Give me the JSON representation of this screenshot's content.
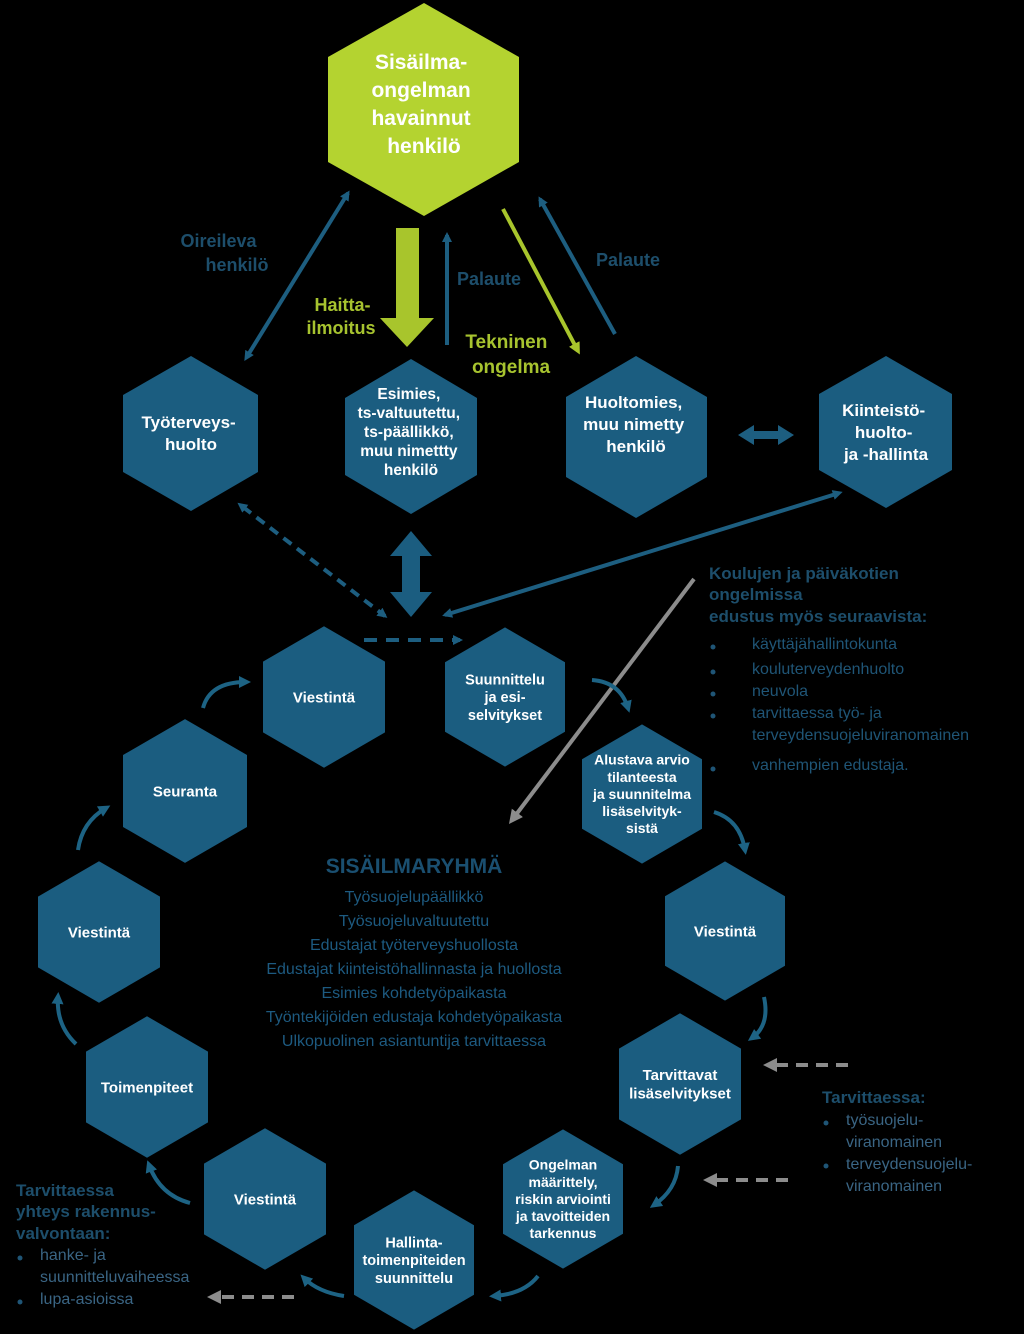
{
  "colors": {
    "hex_blue": "#1b5d80",
    "hex_green": "#b4d330",
    "arrow_blue": "#1d5e80",
    "arrow_green": "#a8c52c",
    "arrow_gray": "#8c8c8c",
    "text_dark_blue": "#1f4f6e"
  },
  "top_node": {
    "lines": [
      "Sisäilma-",
      "ongelman",
      "havainnut",
      "henkilö"
    ]
  },
  "nodes": {
    "tyoterveys": {
      "lines": [
        "Työterveys-",
        "huolto"
      ]
    },
    "esimies": {
      "lines": [
        "Esimies,",
        "ts-valtuutettu,",
        "ts-päällikkö,",
        "muu nimettty",
        "henkilö"
      ]
    },
    "huoltomies": {
      "lines": [
        "Huoltomies,",
        "muu nimetty",
        "henkilö"
      ]
    },
    "kiinteisto": {
      "lines": [
        "Kiinteistö-",
        "huolto-",
        "ja -hallinta"
      ]
    }
  },
  "arrow_labels": {
    "oireileva": [
      "Oireileva",
      "henkilö"
    ],
    "haitta": [
      "Haitta-",
      "ilmoitus"
    ],
    "palaute_left": "Palaute",
    "tekninen": [
      "Tekninen",
      "ongelma"
    ],
    "palaute_right": "Palaute"
  },
  "cycle": [
    {
      "key": "suunnittelu",
      "lines": [
        "Suunnittelu",
        "ja esi-",
        "selvitykset"
      ]
    },
    {
      "key": "alustava",
      "lines": [
        "Alustava arvio",
        "tilanteesta",
        "ja suunnitelma",
        "lisäselvityk-",
        "sistä"
      ]
    },
    {
      "key": "viestinta1",
      "lines": [
        "Viestintä"
      ]
    },
    {
      "key": "tarvittavat",
      "lines": [
        "Tarvittavat",
        "lisäselvitykset"
      ]
    },
    {
      "key": "ongelman",
      "lines": [
        "Ongelman",
        "määrittely,",
        "riskin arviointi",
        "ja tavoitteiden",
        "tarkennus"
      ]
    },
    {
      "key": "hallinta",
      "lines": [
        "Hallinta-",
        "toimenpiteiden",
        "suunnittelu"
      ]
    },
    {
      "key": "viestinta2",
      "lines": [
        "Viestintä"
      ]
    },
    {
      "key": "toimenpiteet",
      "lines": [
        "Toimenpiteet"
      ]
    },
    {
      "key": "viestinta3",
      "lines": [
        "Viestintä"
      ]
    },
    {
      "key": "seuranta",
      "lines": [
        "Seuranta"
      ]
    },
    {
      "key": "viestinta4",
      "lines": [
        "Viestintä"
      ]
    }
  ],
  "group": {
    "title": "SISÄILMARYHMÄ",
    "members": [
      "Työsuojelupäällikkö",
      "Työsuojeluvaltuutettu",
      "Edustajat työterveyshuollosta",
      "Edustajat kiinteistöhallinnasta ja huollosta",
      "Esimies kohdetyöpaikasta",
      "Työntekijöiden edustaja kohdetyöpaikasta",
      "Ulkopuolinen asiantuntija tarvittaessa"
    ]
  },
  "schools": {
    "heading": [
      "Koulujen ja päiväkotien",
      "ongelmissa",
      "edustus myös seuraavista:"
    ],
    "items": [
      [
        "käyttäjähallintokunta"
      ],
      [
        "kouluterveydenhuolto"
      ],
      [
        "neuvola"
      ],
      [
        "tarvittaessa työ- ja",
        "terveydensuojeluviranomainen"
      ],
      [
        "vanhempien edustaja."
      ]
    ]
  },
  "tarvittaessa_right": {
    "heading": "Tarvittaessa:",
    "items": [
      [
        "työsuojelu-",
        "viranomainen"
      ],
      [
        "terveydensuojelu-",
        "viranomainen"
      ]
    ]
  },
  "tarvittaessa_left": {
    "heading": [
      "Tarvittaessa",
      "yhteys rakennus-",
      "valvontaan:"
    ],
    "items": [
      [
        "hanke- ja",
        "suunnitteluvaiheessa"
      ],
      [
        "lupa-asioissa"
      ]
    ]
  }
}
